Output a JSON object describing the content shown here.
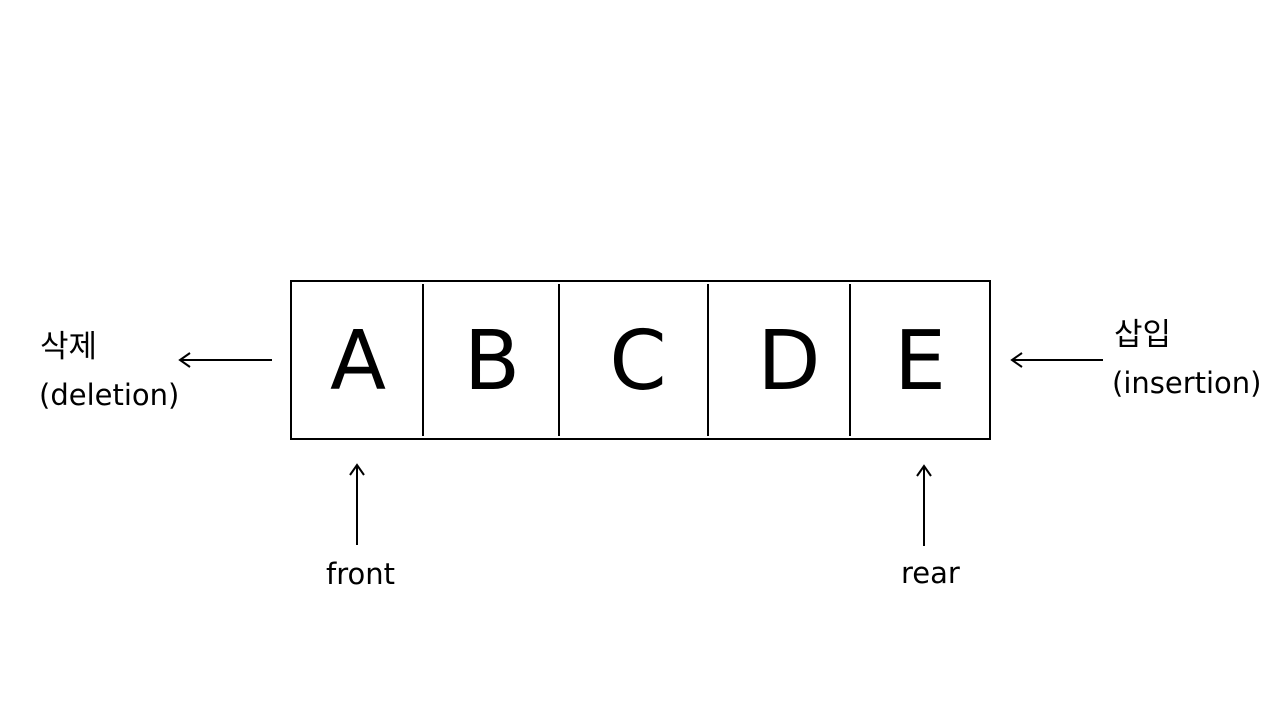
{
  "queue": {
    "cells": [
      "A",
      "B",
      "C",
      "D",
      "E"
    ]
  },
  "deletion": {
    "label_ko": "삭제",
    "label_en": "(deletion)"
  },
  "insertion": {
    "label_ko": "삽입",
    "label_en": "(insertion)"
  },
  "pointers": {
    "front": "front",
    "rear": "rear"
  },
  "colors": {
    "stroke": "#000000",
    "background": "#ffffff"
  }
}
